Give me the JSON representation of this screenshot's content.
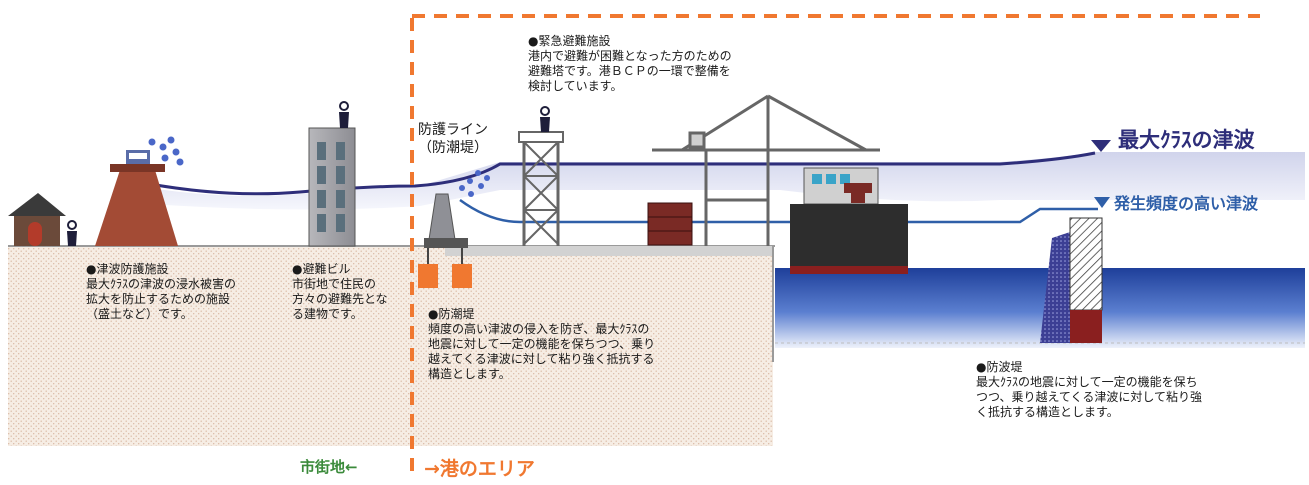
{
  "tsunami_labels": {
    "max_class": "最大ｸﾗｽの津波",
    "frequent": "発生頻度の高い津波"
  },
  "defense_line": {
    "line1": "防護ライン",
    "line2": "（防潮堤）"
  },
  "facilities": {
    "tsunami_protection": {
      "title": "●津波防護施設",
      "lines": [
        "最大ｸﾗｽの津波の浸水被害の",
        "拡大を防止するための施設",
        "（盛土など）です。"
      ]
    },
    "evacuation_building": {
      "title": "●避難ビル",
      "lines": [
        "市街地で住民の",
        "方々の避難先とな",
        "る建物です。"
      ]
    },
    "emergency_evacuation": {
      "title": "●緊急避難施設",
      "lines": [
        "港内で避難が困難となった方のための",
        "避難塔です。港ＢＣＰの一環で整備を",
        "検討しています。"
      ]
    },
    "seawall": {
      "title": "●防潮堤",
      "lines": [
        "頻度の高い津波の侵入を防ぎ、最大ｸﾗｽの",
        "地震に対して一定の機能を保ちつつ、乗り",
        "越えてくる津波に対して粘り強く抵抗する",
        "構造とします。"
      ]
    },
    "breakwater": {
      "title": "●防波堤",
      "lines": [
        "最大ｸﾗｽの地震に対して一定の機能を保ち",
        "つつ、乗り越えてくる津波に対して粘り強",
        "く抵抗する構造とします。"
      ]
    }
  },
  "zones": {
    "city": "市街地←",
    "port": "→港のエリア"
  },
  "colors": {
    "max_tsunami": "#2e2e7a",
    "frequent_tsunami": "#2f5fa8",
    "port_boundary": "#f07830",
    "city_label": "#3a8a3a",
    "sea": "#2a52a8"
  }
}
